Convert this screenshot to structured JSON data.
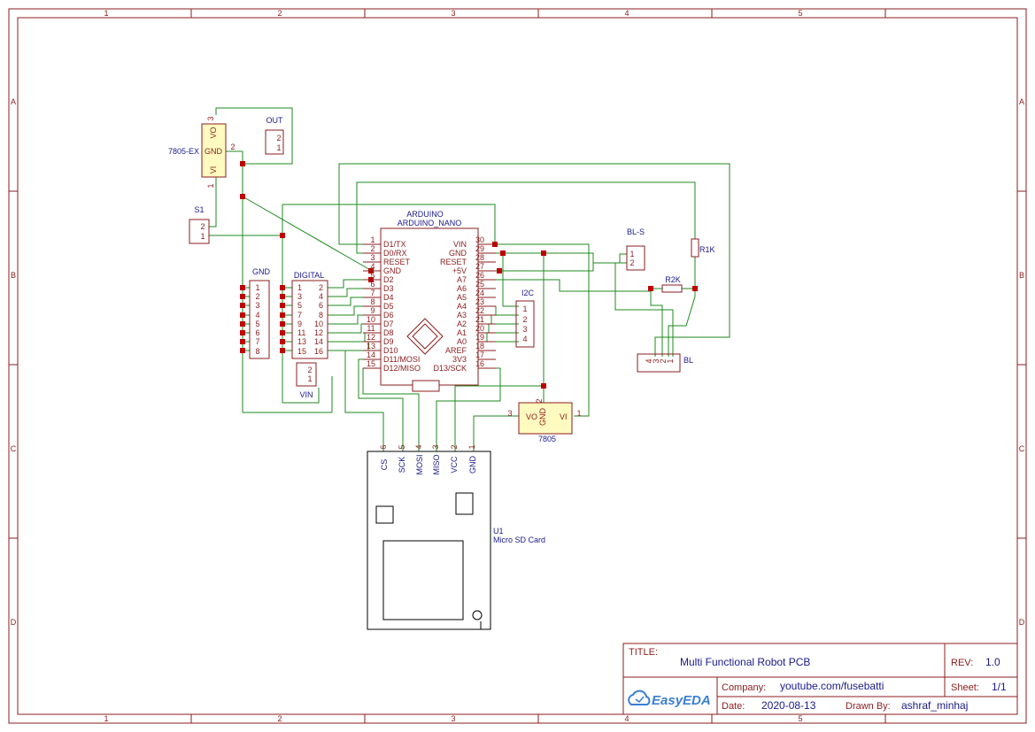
{
  "frame": {
    "col_labels": [
      "1",
      "2",
      "3",
      "4",
      "5"
    ],
    "row_labels": [
      "A",
      "B",
      "C",
      "D"
    ]
  },
  "parts": {
    "reg1": {
      "name": "7805-EX",
      "pin_vo": "VO",
      "pin_gnd": "GND",
      "pin_vi": "VI",
      "n3": "3",
      "n2": "2",
      "n1": "1"
    },
    "out": {
      "name": "OUT",
      "p2": "2",
      "p1": "1"
    },
    "s1": {
      "name": "S1",
      "p2": "2",
      "p1": "1"
    },
    "gnd_hdr": {
      "name": "GND",
      "pins": [
        "1",
        "2",
        "3",
        "4",
        "5",
        "6",
        "7",
        "8"
      ]
    },
    "digital": {
      "name": "DIGITAL",
      "left": [
        "1",
        "3",
        "5",
        "7",
        "9",
        "11",
        "13",
        "15"
      ],
      "right": [
        "2",
        "4",
        "6",
        "8",
        "10",
        "12",
        "14",
        "16"
      ]
    },
    "vin": {
      "name": "VIN",
      "p2": "2",
      "p1": "1"
    },
    "nano": {
      "name1": "ARDUINO",
      "name2": "ARDUINO_NANO",
      "left_nums": [
        "1",
        "2",
        "3",
        "4",
        "5",
        "6",
        "7",
        "8",
        "9",
        "10",
        "11",
        "12",
        "13",
        "14",
        "15"
      ],
      "left_names": [
        "D1/TX",
        "D0/RX",
        "RESET",
        "GND",
        "D2",
        "D3",
        "D4",
        "D5",
        "D6",
        "D7",
        "D8",
        "D9",
        "D10",
        "D11/MOSI",
        "D12/MISO"
      ],
      "right_nums": [
        "30",
        "29",
        "28",
        "27",
        "26",
        "25",
        "24",
        "23",
        "22",
        "21",
        "20",
        "19",
        "18",
        "17",
        "16"
      ],
      "right_names": [
        "VIN",
        "GND",
        "RESET",
        "+5V",
        "A7",
        "A6",
        "A5",
        "A4",
        "A3",
        "A2",
        "A1",
        "A0",
        "AREF",
        "3V3",
        "D13/SCK"
      ]
    },
    "i2c": {
      "name": "I2C",
      "pins": [
        "1",
        "2",
        "3",
        "4"
      ]
    },
    "bls": {
      "name": "BL-S",
      "p1": "1",
      "p2": "2"
    },
    "r1": {
      "name": "R1K"
    },
    "r2": {
      "name": "R2K"
    },
    "bl": {
      "name": "BL",
      "pins": [
        "4",
        "3",
        "2",
        "1"
      ]
    },
    "reg2": {
      "name": "7805",
      "pin_vo": "VO",
      "pin_gnd": "GND",
      "pin_vi": "VI",
      "n3": "3",
      "n2": "2",
      "n1": "1"
    },
    "sd": {
      "ref": "U1",
      "name": "Micro SD Card",
      "nums": [
        "6",
        "5",
        "4",
        "3",
        "2",
        "1"
      ],
      "pins": [
        "CS",
        "SCK",
        "MOSI",
        "MISO",
        "VCC",
        "GND"
      ]
    }
  },
  "title_block": {
    "title_label": "TITLE:",
    "title": "Multi Functional Robot PCB",
    "rev_label": "REV:",
    "rev": "1.0",
    "company_label": "Company:",
    "company": "youtube.com/fusebatti",
    "sheet_label": "Sheet:",
    "sheet": "1/1",
    "date_label": "Date:",
    "date": "2020-08-13",
    "drawn_label": "Drawn By:",
    "drawn_by": "ashraf_minhaj",
    "logo": "EasyEDA"
  },
  "colors": {
    "frame": "#8b1c1c",
    "wire": "#1f8a1f",
    "junction": "#c00000",
    "label": "#1a1a8c",
    "ic_fill": "#fffbc0"
  }
}
